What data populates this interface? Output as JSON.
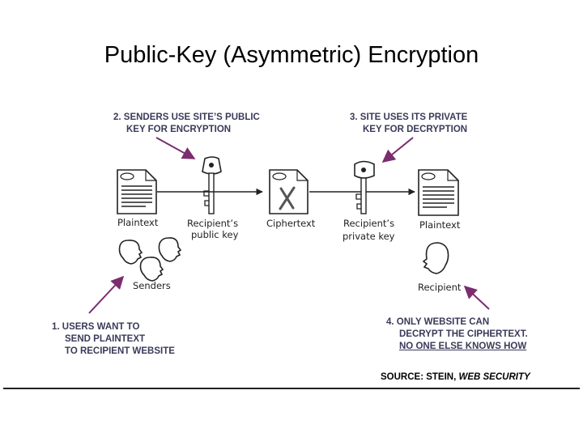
{
  "title": "Public-Key (Asymmetric) Encryption",
  "callouts": {
    "step1": {
      "line1": "1.  USERS WANT TO",
      "line2": "SEND PLAINTEXT",
      "line3": "TO RECIPIENT WEBSITE"
    },
    "step2": {
      "line1": "2.  SENDERS USE SITE’S PUBLIC",
      "line2": "KEY FOR ENCRYPTION"
    },
    "step3": {
      "line1": "3.  SITE USES ITS PRIVATE",
      "line2": "KEY FOR DECRYPTION"
    },
    "step4": {
      "line1": "4.  ONLY WEBSITE CAN",
      "line2": "DECRYPT THE CIPHERTEXT.",
      "line3": "NO ONE ELSE KNOWS HOW"
    }
  },
  "diagram_labels": {
    "plaintext_left": "Plaintext",
    "public_key_line1": "Recipient’s",
    "public_key_line2": "public key",
    "ciphertext": "Ciphertext",
    "private_key_line1": "Recipient’s",
    "private_key_line2": "private key",
    "plaintext_right": "Plaintext",
    "senders": "Senders",
    "recipient": "Recipient"
  },
  "source": {
    "prefix": "SOURCE: STEIN, ",
    "work": "WEB SECURITY"
  },
  "colors": {
    "callout_text": "#3a3a5a",
    "arrow": "#7b2d6e",
    "ink": "#222222"
  }
}
